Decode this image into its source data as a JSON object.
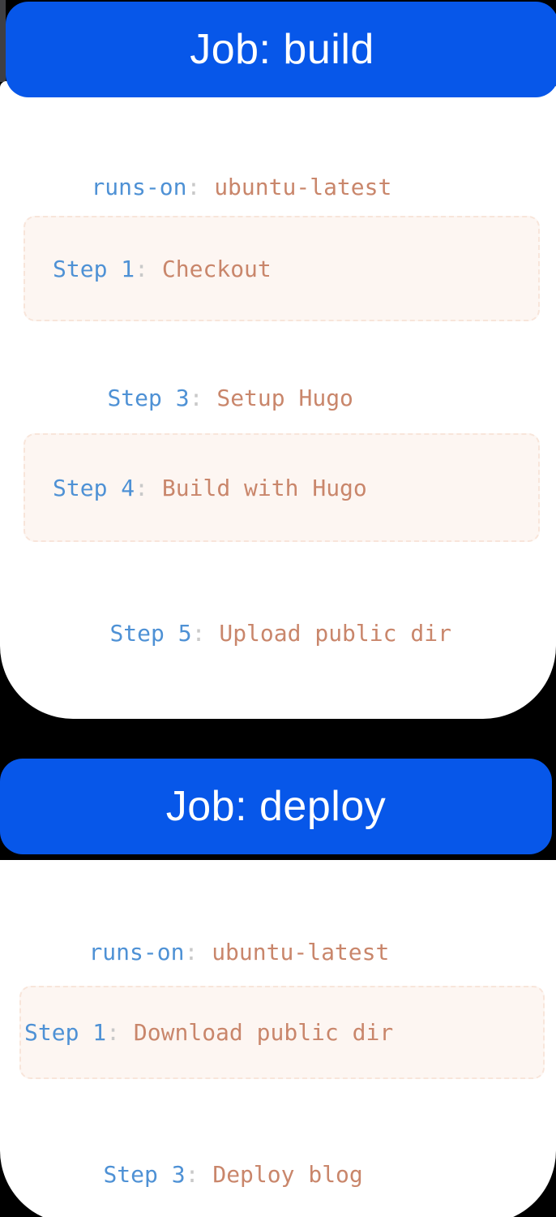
{
  "colors": {
    "page_background": "#000000",
    "card_background": "#ffffff",
    "header_background": "#0757e9",
    "header_text": "#ffffff",
    "key_text": "#4e91d5",
    "separator_text": "#c9c9c9",
    "value_text": "#c9866b",
    "step_box_background": "#fdf6f2",
    "step_box_border": "#f8e5da"
  },
  "jobs": [
    {
      "title": "Job: build",
      "runs_on": {
        "key": "runs-on",
        "separator": ":",
        "value": "ubuntu-latest"
      },
      "steps": [
        {
          "key": "Step 1",
          "separator": ":",
          "value": "Checkout",
          "boxed": true
        },
        {
          "key": "Step 3",
          "separator": ":",
          "value": "Setup Hugo",
          "boxed": false
        },
        {
          "key": "Step 4",
          "separator": ":",
          "value": "Build with Hugo",
          "boxed": true
        },
        {
          "key": "Step 5",
          "separator": ":",
          "value": "Upload public dir",
          "boxed": false
        }
      ]
    },
    {
      "title": "Job: deploy",
      "runs_on": {
        "key": "runs-on",
        "separator": ":",
        "value": "ubuntu-latest"
      },
      "steps": [
        {
          "key": "Step 1",
          "separator": ":",
          "value": "Download public dir",
          "boxed": true
        },
        {
          "key": "Step 3",
          "separator": ":",
          "value": "Deploy blog",
          "boxed": false
        }
      ]
    }
  ]
}
